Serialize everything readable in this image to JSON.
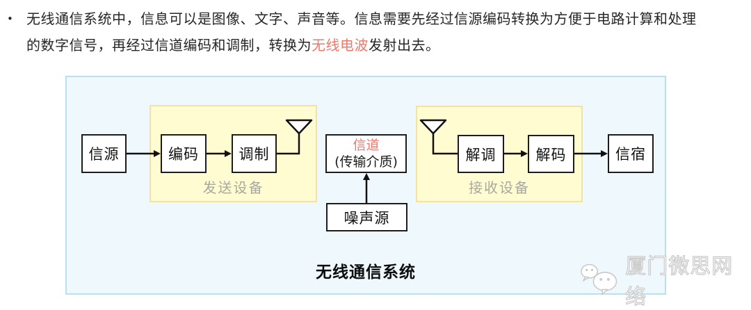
{
  "intro": {
    "bullet": "•",
    "line1": "无线通信系统中，信息可以是图像、文字、声音等。信息需要先经过信源编码转换为方便于电路计算和处理",
    "line2_pre": "的数字信号，再经过信道编码和调制，转换为",
    "line2_highlight": "无线电波",
    "line2_post": "发射出去。",
    "highlight_color": "#f3766a"
  },
  "diagram": {
    "title": "无线通信系统",
    "transmit_group_label": "发送设备",
    "receive_group_label": "接收设备",
    "nodes": {
      "source": "信源",
      "encode": "编码",
      "modulate": "调制",
      "channel_title": "信道",
      "channel_sub": "(传输介质)",
      "demodulate": "解调",
      "decode": "解码",
      "sink": "信宿",
      "noise": "噪声源"
    },
    "colors": {
      "panel_bg": "#eff8fd",
      "panel_border": "#b6e1f2",
      "group_bg": "#fffcd2",
      "group_border": "#f2e3a4",
      "group_label": "#a8a8a2",
      "channel_accent": "#f3766a",
      "line": "#111111"
    }
  },
  "watermark": {
    "text": "厦门微思网络",
    "icon": "wechat-icon"
  }
}
